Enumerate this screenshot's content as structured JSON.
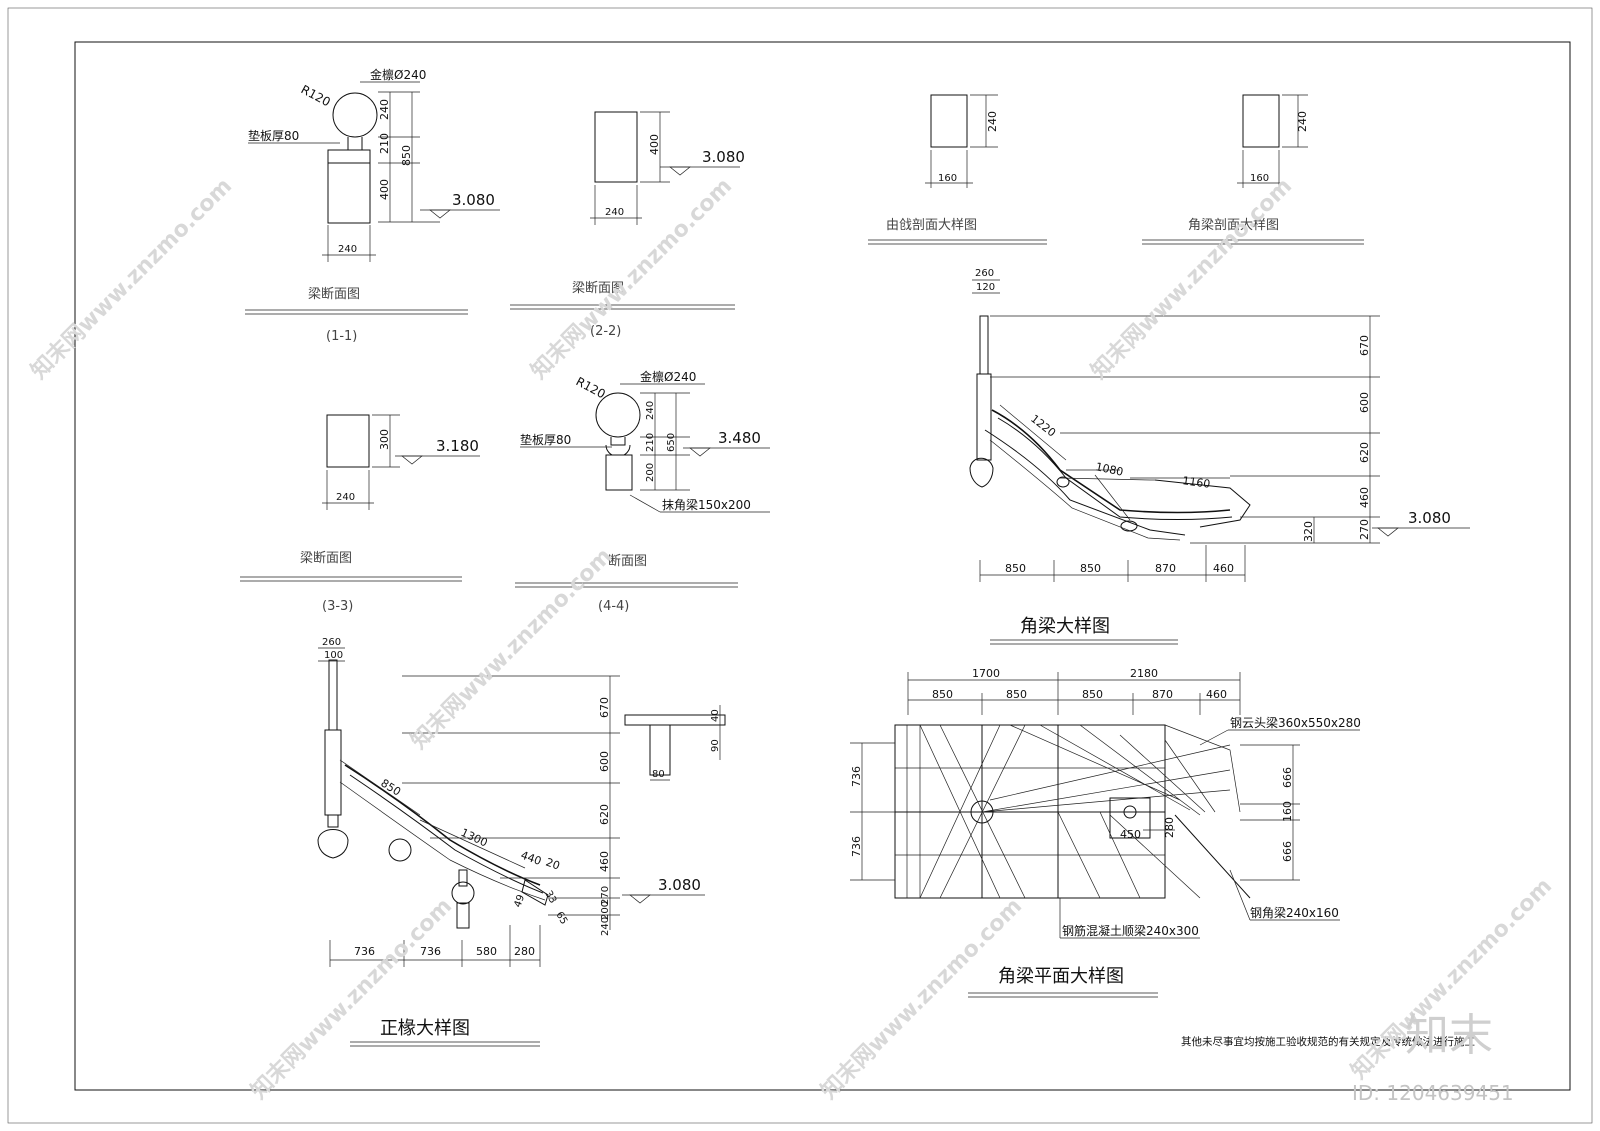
{
  "sections": {
    "s11": {
      "name": "梁断面图",
      "code": "(1-1)",
      "label_top": "金檩Ø240",
      "radius": "R120",
      "label_pad": "垫板厚80",
      "dims": [
        "240",
        "210",
        "400",
        "850"
      ],
      "bottom_dim": "240",
      "level": "3.080"
    },
    "s22": {
      "name": "梁断面图",
      "code": "(2-2)",
      "dim_v": "400",
      "bottom_dim": "240",
      "level": "3.080"
    },
    "s33": {
      "name": "梁断面图",
      "code": "(3-3)",
      "dim_v": "300",
      "bottom_dim": "240",
      "level": "3.180"
    },
    "s44": {
      "name": "断面图",
      "code": "(4-4)",
      "label_top": "金檩Ø240",
      "radius": "R120",
      "label_pad": "垫板厚80",
      "label_beam": "抹角梁150x200",
      "dims": [
        "240",
        "210",
        "200",
        "650"
      ],
      "level": "3.480"
    },
    "fly": {
      "name": "由戗剖面大样图",
      "dim_v": "240",
      "dim_h": "160"
    },
    "corner_sec": {
      "name": "角梁剖面大样图",
      "dim_v": "240",
      "dim_h": "160"
    }
  },
  "corner_detail": {
    "title": "角梁大样图",
    "top_dims": [
      "260",
      "120"
    ],
    "slope_dims": [
      "1220",
      "1080",
      "1160"
    ],
    "right_dims": [
      "670",
      "600",
      "620",
      "460",
      "270"
    ],
    "side_dim": "320",
    "bottom_dims": [
      "850",
      "850",
      "870",
      "460"
    ],
    "level": "3.080"
  },
  "rafter_detail": {
    "title": "正椽大样图",
    "top_dims": [
      "260",
      "100"
    ],
    "slope_dims": [
      "850",
      "1300",
      "440",
      "20"
    ],
    "small_dims": [
      "49",
      "33",
      "65"
    ],
    "right_dims": [
      "670",
      "600",
      "620",
      "460",
      "270",
      "200",
      "240"
    ],
    "inset_dims": [
      "90",
      "40",
      "80"
    ],
    "bottom_dims": [
      "736",
      "736",
      "580",
      "280"
    ],
    "level": "3.080"
  },
  "plan_detail": {
    "title": "角梁平面大样图",
    "top_dims": [
      "1700",
      "2180"
    ],
    "mid_dims": [
      "850",
      "850",
      "850",
      "870",
      "460"
    ],
    "left_dims": [
      "736",
      "736"
    ],
    "right_dims": [
      "666",
      "160",
      "666"
    ],
    "inner_dims": [
      "450",
      "280"
    ],
    "labels": {
      "cloud_beam": "钢云头梁360x550x280",
      "corner_beam": "钢角梁240x160",
      "rc_beam": "钢筋混凝土顺梁240x300"
    }
  },
  "footer_note": "其他未尽事宜均按施工验收规范的有关规定及传统做法进行施工",
  "watermark": {
    "site": "知末网www.znzmo.com",
    "brand": "知末",
    "id": "ID: 1204639451"
  }
}
